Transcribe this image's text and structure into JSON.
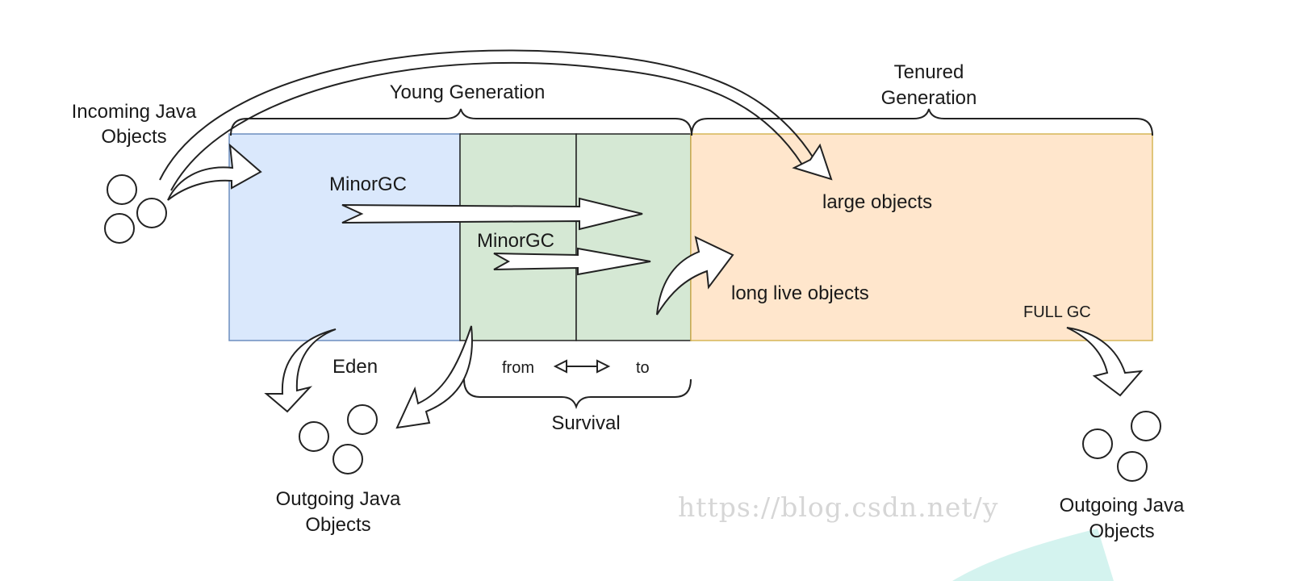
{
  "labels": {
    "incoming": [
      "Incoming Java",
      "Objects"
    ],
    "young_generation": "Young Generation",
    "tenured": [
      "Tenured",
      "Generation"
    ],
    "minor_gc_1": "MinorGC",
    "minor_gc_2": "MinorGC",
    "large_objects": "large objects",
    "long_live_objects": "long live objects",
    "full_gc": "FULL GC",
    "eden": "Eden",
    "from": "from",
    "to": "to",
    "survival": "Survival",
    "outgoing_left": [
      "Outgoing Java",
      "Objects"
    ],
    "outgoing_right": [
      "Outgoing Java",
      "Objects"
    ]
  },
  "watermark": "https://blog.csdn.net/y",
  "colors": {
    "eden_fill": "#dae8fc",
    "eden_stroke": "#6c8ebf",
    "survivor_fill": "#d5e8d4",
    "survivor_stroke": "#222222",
    "tenured_fill": "#ffe6cc",
    "tenured_stroke": "#d6b656",
    "watermark_shape": "#d4f3ef"
  }
}
